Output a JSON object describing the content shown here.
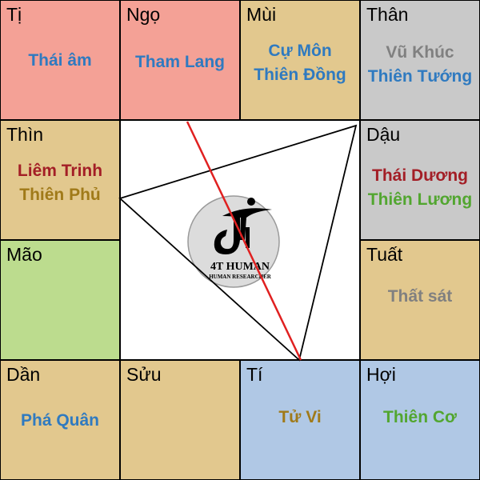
{
  "colors": {
    "pink": "#f4a196",
    "tan": "#e2c88e",
    "gray": "#c9c9c9",
    "green": "#bcdc8e",
    "blue": "#b0c8e5",
    "blue_text": "#2f7ac0",
    "gray_text": "#808080",
    "red_text": "#a31e26",
    "olive_text": "#a07a19",
    "green_text": "#52a630",
    "line_red": "#e02020"
  },
  "palaces": {
    "ti": {
      "label": "Tị",
      "stars": [
        "Thái âm"
      ]
    },
    "ngo": {
      "label": "Ngọ",
      "stars": [
        "Tham Lang"
      ]
    },
    "mui": {
      "label": "Mùi",
      "stars": [
        "Cự Môn",
        "Thiên Đồng"
      ]
    },
    "than": {
      "label": "Thân",
      "stars": [
        "Vũ Khúc",
        "Thiên Tướng"
      ]
    },
    "thin": {
      "label": "Thìn",
      "stars": [
        "Liêm Trinh",
        "Thiên Phủ"
      ]
    },
    "dau": {
      "label": "Dậu",
      "stars": [
        "Thái Dương",
        "Thiên Lương"
      ]
    },
    "mao": {
      "label": "Mão",
      "stars": []
    },
    "tuat": {
      "label": "Tuất",
      "stars": [
        "Thất sát"
      ]
    },
    "dan": {
      "label": "Dần",
      "stars": [
        "Phá Quân"
      ]
    },
    "suu": {
      "label": "Sửu",
      "stars": []
    },
    "ty": {
      "label": "Tí",
      "stars": [
        "Tử Vi"
      ]
    },
    "hoi": {
      "label": "Hợi",
      "stars": [
        "Thiên Cơ"
      ]
    }
  },
  "logo": {
    "title": "4T HUMAN",
    "subtitle": "HUMAN RESEARCHER"
  }
}
